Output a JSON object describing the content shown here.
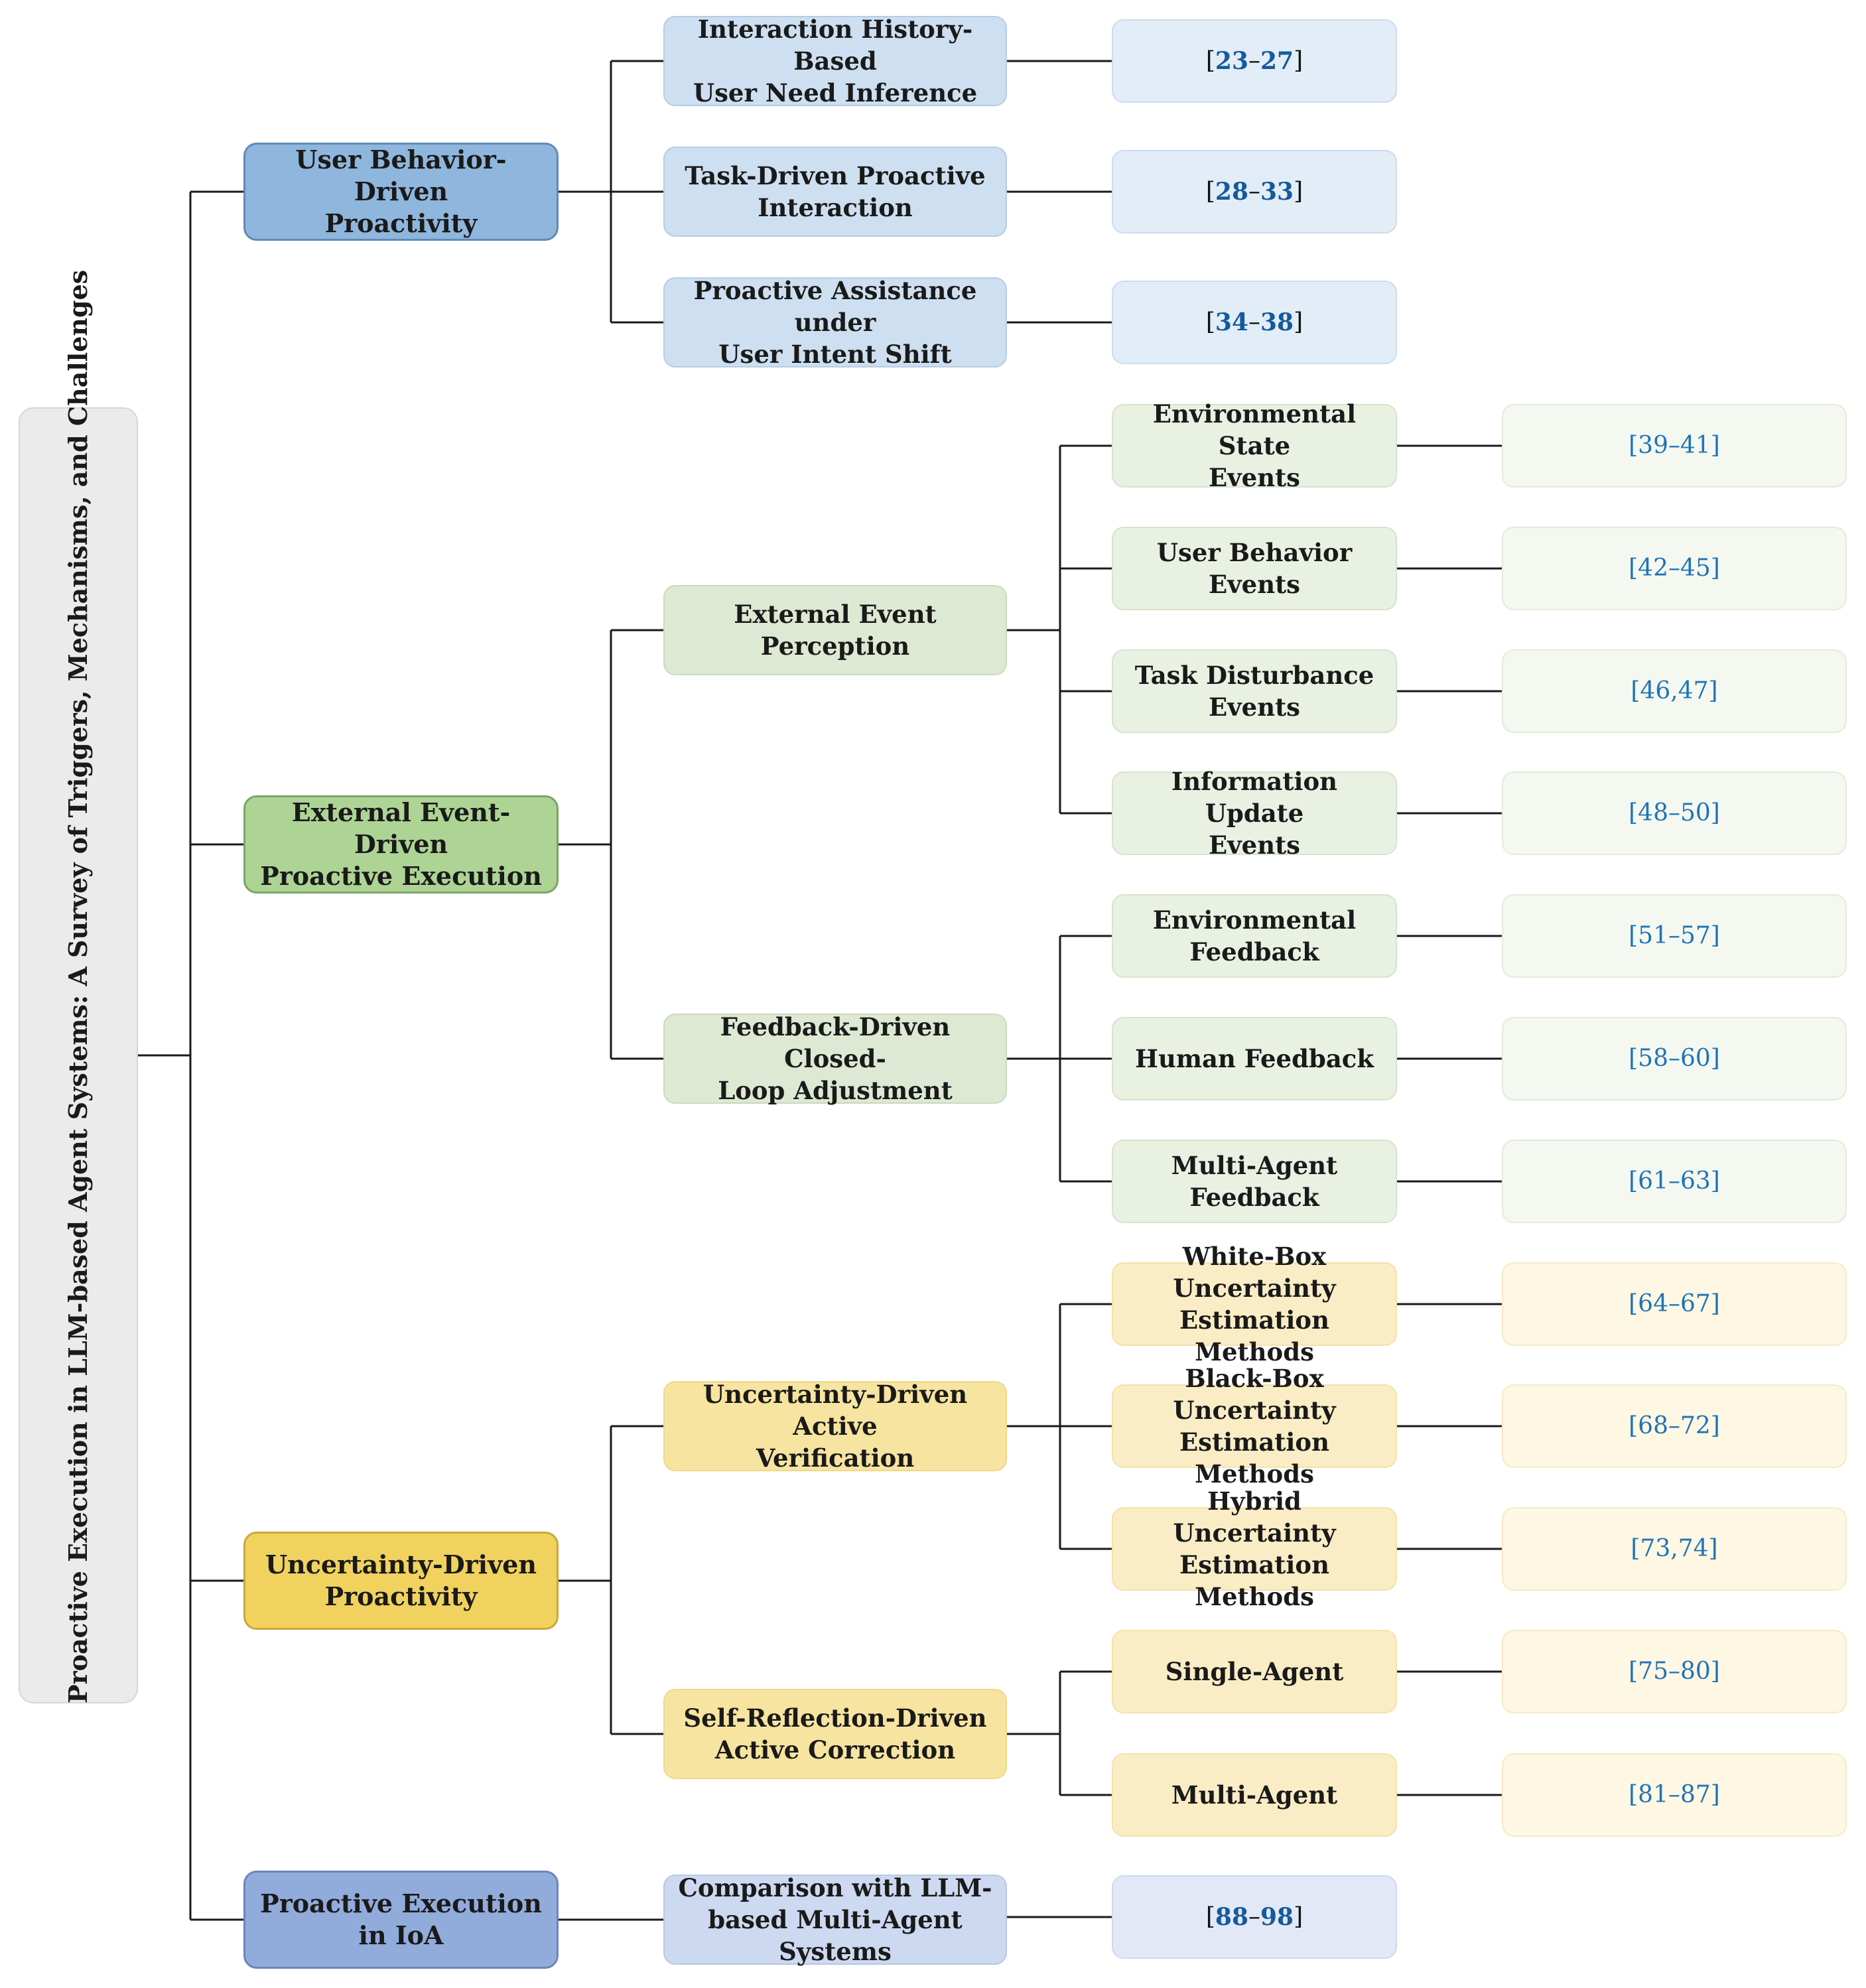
{
  "root": {
    "label": "Proactive Execution in LLM-based Agent Systems: A Survey of Triggers, Mechanisms, and Challenges"
  },
  "colors": {
    "blue_l1": "#8fb6dc",
    "blue_l1_border": "#5f8ab8",
    "blue_l2": "#cddff0",
    "blue_ref": "#e2edf7",
    "green_l1": "#add495",
    "green_l1_border": "#7ba565",
    "green_l2": "#dde9d3",
    "green_l3": "#e9f1e3",
    "green_ref": "#f4f8f0",
    "yellow_l1": "#f1d25f",
    "yellow_l1_border": "#c9a83a",
    "yellow_l2": "#f7e4a0",
    "yellow_l3": "#faedc6",
    "yellow_ref": "#fdf7e3",
    "ioa_l1": "#91abdb",
    "ioa_l1_border": "#6b86bb",
    "ioa_l2": "#cdd9f0",
    "ioa_ref": "#e2e8f5",
    "link_blue": "#1f73b7",
    "line": "#1a1a1a"
  },
  "branches": [
    {
      "label": "User Behavior-Driven\nProactivity",
      "children": [
        {
          "label": "Interaction History-Based\nUser Need Inference",
          "ref": {
            "a": "23",
            "sep": "–",
            "b": "27"
          }
        },
        {
          "label": "Task-Driven Proactive\nInteraction",
          "ref": {
            "a": "28",
            "sep": "–",
            "b": "33"
          }
        },
        {
          "label": "Proactive Assistance under\nUser Intent Shift",
          "ref": {
            "a": "34",
            "sep": "–",
            "b": "38"
          }
        }
      ]
    },
    {
      "label": "External Event-Driven\nProactive Execution",
      "children": [
        {
          "label": "External Event Perception",
          "children": [
            {
              "label": "Environmental State\nEvents",
              "ref": "[39–41]"
            },
            {
              "label": "User Behavior Events",
              "ref": "[42–45]"
            },
            {
              "label": "Task Disturbance\nEvents",
              "ref": "[46,47]"
            },
            {
              "label": "Information Update\nEvents",
              "ref": "[48–50]"
            }
          ]
        },
        {
          "label": "Feedback-Driven Closed-\nLoop Adjustment",
          "children": [
            {
              "label": "Environmental\nFeedback",
              "ref": "[51–57]"
            },
            {
              "label": "Human Feedback",
              "ref": "[58–60]"
            },
            {
              "label": "Multi-Agent Feedback",
              "ref": "[61–63]"
            }
          ]
        }
      ]
    },
    {
      "label": "Uncertainty-Driven\nProactivity",
      "children": [
        {
          "label": "Uncertainty-Driven Active\nVerification",
          "children": [
            {
              "label": "White-Box Uncertainty\nEstimation Methods",
              "ref": "[64–67]"
            },
            {
              "label": "Black-Box Uncertainty\nEstimation Methods",
              "ref": "[68–72]"
            },
            {
              "label": "Hybrid Uncertainty\nEstimation Methods",
              "ref": "[73,74]"
            }
          ]
        },
        {
          "label": "Self-Reflection-Driven\nActive Correction",
          "children": [
            {
              "label": "Single-Agent",
              "ref": "[75–80]"
            },
            {
              "label": "Multi-Agent",
              "ref": "[81–87]"
            }
          ]
        }
      ]
    },
    {
      "label": "Proactive Execution\nin IoA",
      "children": [
        {
          "label": "Comparison with LLM-\nbased Multi-Agent Systems",
          "ref": {
            "a": "88",
            "sep": "–",
            "b": "98"
          }
        }
      ]
    }
  ]
}
